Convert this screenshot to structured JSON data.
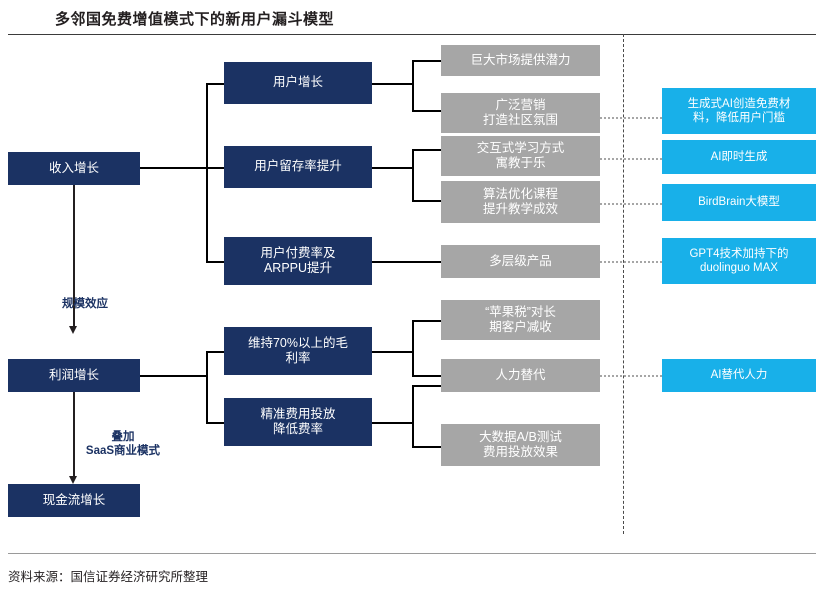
{
  "header": {
    "title": "多邻国免费增值模式下的新用户漏斗模型",
    "source_note": "资料来源：国信证券经济研究所整理"
  },
  "primary_chain": {
    "boxes": [
      {
        "id": "revenue-growth",
        "label": "收入增长"
      },
      {
        "id": "profit-growth",
        "label": "利润增长"
      },
      {
        "id": "cashflow-growth",
        "label": "现金流增长"
      }
    ],
    "flow_labels": [
      {
        "id": "scale-effect",
        "label": "规模效应"
      },
      {
        "id": "saas-overlay",
        "label": "叠加\nSaaS商业模式"
      }
    ]
  },
  "drivers": [
    {
      "id": "user-growth",
      "label": "用户增长"
    },
    {
      "id": "user-retention",
      "label": "用户留存率提升"
    },
    {
      "id": "arppu-growth",
      "label": "用户付费率及\nARPPU提升"
    },
    {
      "id": "gross-margin",
      "label": "维持70%以上的毛\n利率"
    },
    {
      "id": "expense-control",
      "label": "精准费用投放\n降低费率"
    }
  ],
  "details": [
    {
      "id": "market-potential",
      "label": "巨大市场提供潜力"
    },
    {
      "id": "marketing-community",
      "label": "广泛营销\n打造社区氛围"
    },
    {
      "id": "interactive-learning",
      "label": "交互式学习方式\n寓教于乐"
    },
    {
      "id": "algorithm-courses",
      "label": "算法优化课程\n提升教学成效"
    },
    {
      "id": "tiered-products",
      "label": "多层级产品"
    },
    {
      "id": "apple-tax",
      "label": "“苹果税”对长\n期客户减收"
    },
    {
      "id": "labor-substitution",
      "label": "人力替代"
    },
    {
      "id": "ab-testing",
      "label": "大数据A/B测试\n费用投放效果"
    }
  ],
  "ai_enablers": [
    {
      "id": "genai-free-material",
      "label": "生成式AI创造免费材\n料，降低用户门槛"
    },
    {
      "id": "ai-instant-gen",
      "label": "AI即时生成"
    },
    {
      "id": "birdbrain-model",
      "label": "BirdBrain大模型"
    },
    {
      "id": "duolingo-max",
      "label": "GPT4技术加持下的\nduolinguo MAX"
    },
    {
      "id": "ai-replace-labor",
      "label": "AI替代人力"
    }
  ],
  "colors": {
    "navy": "#1b3263",
    "gray": "#a6a6a6",
    "cyan": "#18b0e9",
    "line": "#000000",
    "divider": "#4a4a4a"
  }
}
